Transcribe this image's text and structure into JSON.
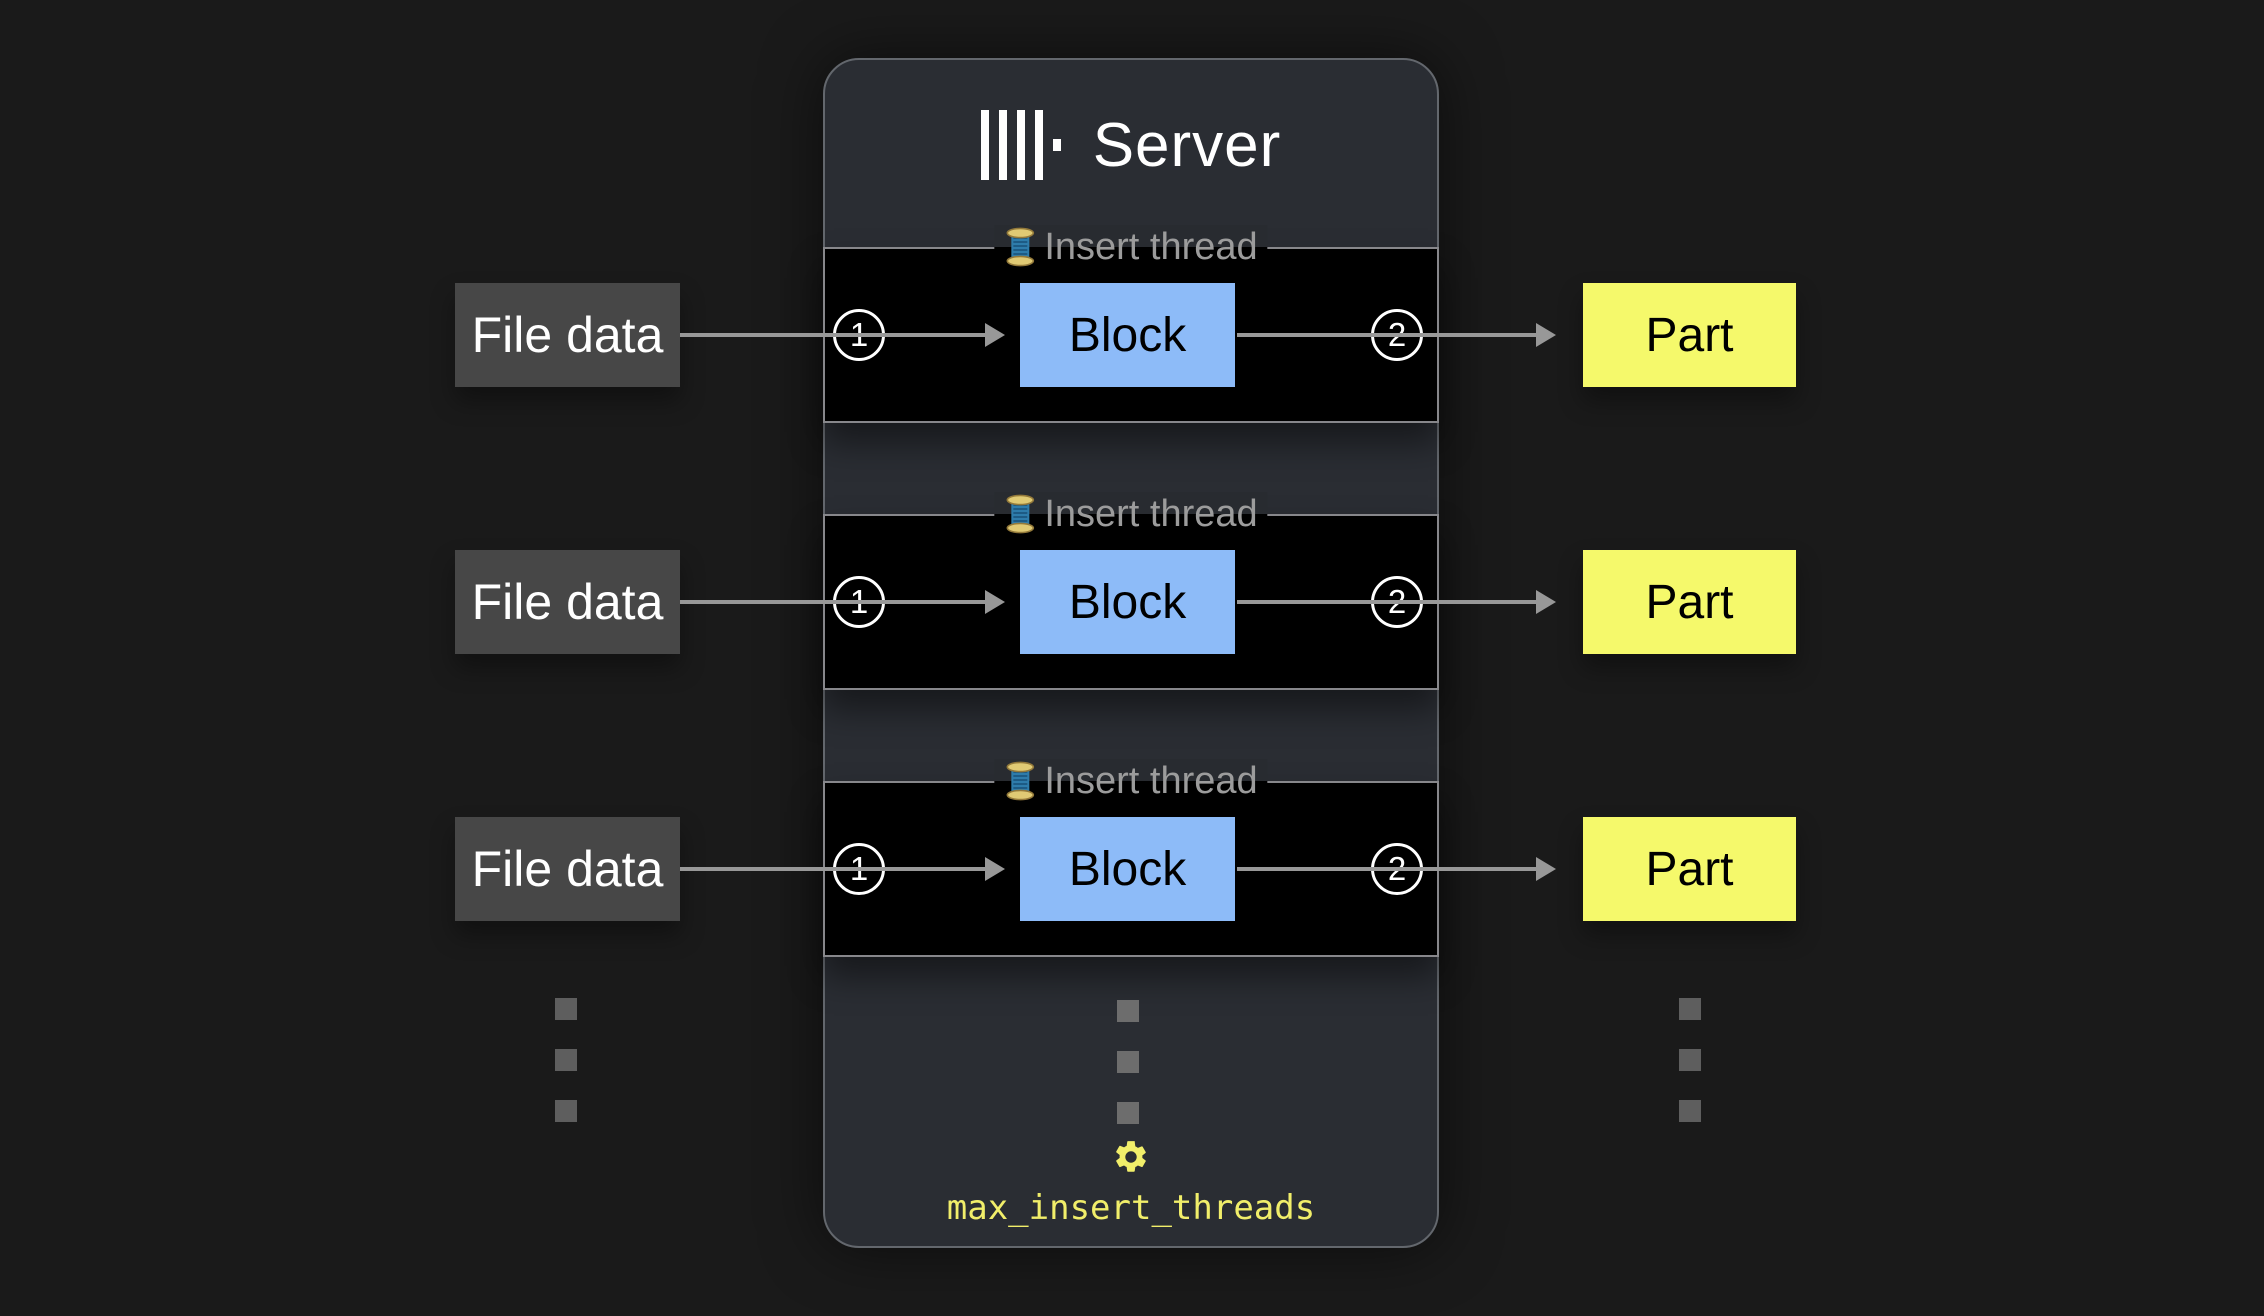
{
  "page": {
    "background": "#1a1a1a",
    "type": "architecture-diagram"
  },
  "server": {
    "title": "Server",
    "logo_icon": "clickhouse-logo",
    "threads": [
      {
        "label": "Insert thread",
        "icon": "thread-spool-icon",
        "step_in": "1",
        "block_label": "Block",
        "step_out": "2"
      },
      {
        "label": "Insert thread",
        "icon": "thread-spool-icon",
        "step_in": "1",
        "block_label": "Block",
        "step_out": "2"
      },
      {
        "label": "Insert thread",
        "icon": "thread-spool-icon",
        "step_in": "1",
        "block_label": "Block",
        "step_out": "2"
      }
    ],
    "setting": {
      "icon": "gear-icon",
      "label": "max_insert_threads"
    }
  },
  "inputs": [
    {
      "label": "File data"
    },
    {
      "label": "File data"
    },
    {
      "label": "File data"
    }
  ],
  "outputs": [
    {
      "label": "Part"
    },
    {
      "label": "Part"
    },
    {
      "label": "Part"
    }
  ],
  "colors": {
    "page_bg": "#1a1a1a",
    "server_bg": "#2a2d33",
    "server_border": "#63676d",
    "section_bg": "#000000",
    "section_border": "#87878b",
    "legend_text": "#9c9c9c",
    "arrow": "#989898",
    "file_box_bg": "#474747",
    "file_box_text": "#ffffff",
    "block_bg": "#8dbbf8",
    "block_text": "#000000",
    "part_bg": "#f5f96b",
    "part_text": "#000000",
    "accent_yellow": "#f1ee6a",
    "step_circle": "#ffffff",
    "ellipsis_dot_side": "#5e5e5e",
    "ellipsis_dot_middle": "#6d6d6d"
  }
}
